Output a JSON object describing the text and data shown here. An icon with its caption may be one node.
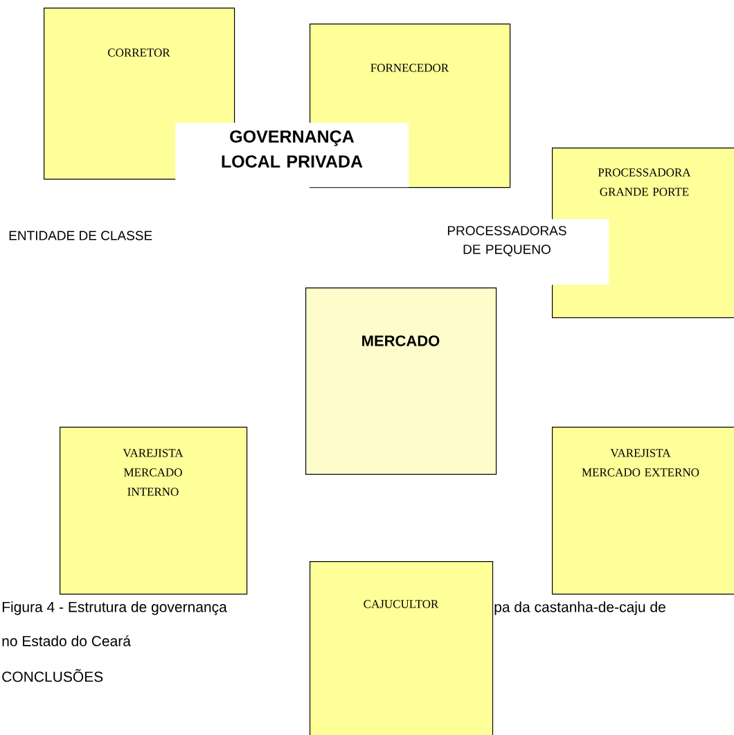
{
  "diagram": {
    "nodes": [
      {
        "text": [
          "CORRETOR"
        ]
      },
      {
        "text": [
          "FORNECEDOR"
        ]
      },
      {
        "text": [
          "GOVERNANÇA LOCAL PRIVADA"
        ]
      },
      {
        "text": [
          "PROCESSADORA GRANDE PORTE"
        ]
      },
      {
        "text": [
          "PROCESSADORAS DE PEQUENO"
        ]
      },
      {
        "text": [
          "MERCADO"
        ]
      },
      {
        "text": [
          "VAREJISTA MERCADO INTERNO"
        ]
      },
      {
        "text": [
          "VAREJISTA MERCADO EXTERNO"
        ]
      },
      {
        "text": [
          "CAJUCULTOR"
        ]
      }
    ],
    "labels": [
      "ENTIDADE DE CLASSE",
      "Figura 4 - Estrutura de governança",
      "pa da castanha-de-caju de",
      "no Estado do Ceará",
      "CONCLUSÕES"
    ]
  }
}
